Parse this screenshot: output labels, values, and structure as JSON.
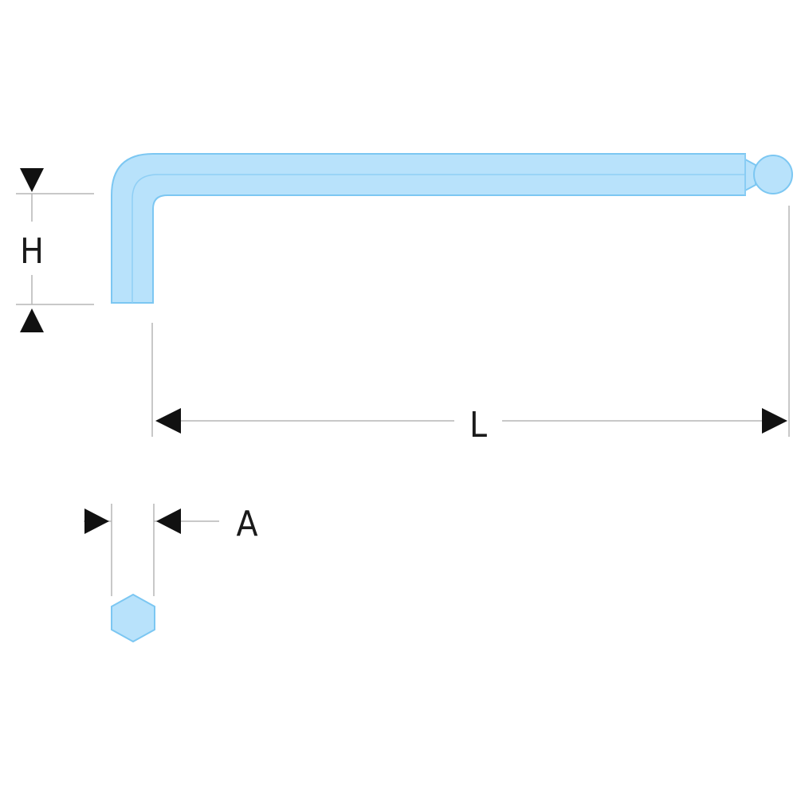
{
  "labels": {
    "height": "H",
    "length": "L",
    "across_flats": "A"
  },
  "colors": {
    "tool_fill": "#b8e2fb",
    "tool_outline": "#7cc7f2",
    "tool_edge_line": "#8fcff5",
    "dimension_line": "#b5b5b5",
    "arrow": "#111111",
    "label": "#1a1a1a"
  },
  "icons": {
    "tool": "ball-end-hex-key",
    "cross_section": "hexagon"
  }
}
